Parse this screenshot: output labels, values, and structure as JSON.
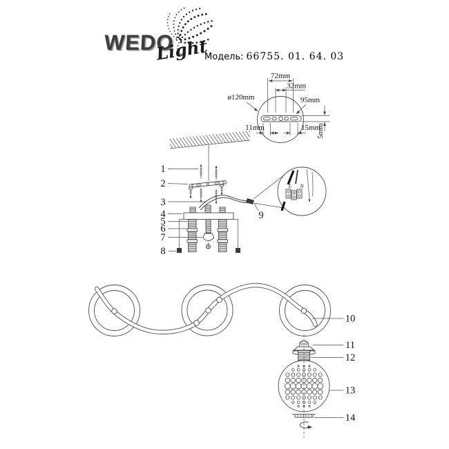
{
  "brand": {
    "name": "WEDO",
    "script": "Light"
  },
  "model": {
    "label": "Модель:",
    "number": "66755. 01. 64. 03"
  },
  "dimensions": {
    "diameter": "ø120mm",
    "span_outer": "72mm",
    "span_inner": "32mm",
    "slot": "95mm",
    "hole_left": "11mm",
    "hole_right": "15mm",
    "thickness": "5mm"
  },
  "terminal": {
    "live": "L",
    "neutral": "N"
  },
  "parts": {
    "labels": [
      "1",
      "2",
      "3",
      "4",
      "5",
      "6",
      "7",
      "8",
      "9",
      "10",
      "11",
      "12",
      "13",
      "14"
    ]
  },
  "colors": {
    "line": "#4a4a4a",
    "text": "#141414",
    "background": "#ffffff"
  }
}
